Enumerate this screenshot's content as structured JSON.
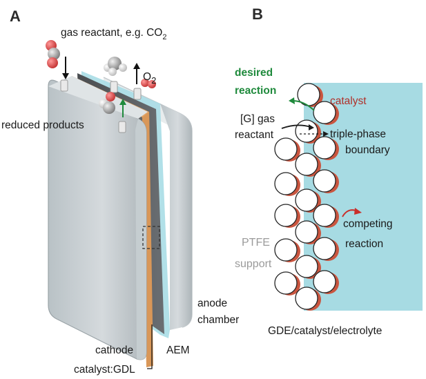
{
  "panel_a": {
    "label": "A",
    "gas_reactant": "gas reactant, e.g. CO",
    "gas_reactant_sub": "2",
    "o2": "O",
    "o2_sub": "2",
    "reduced_products": "reduced products",
    "anode": "anode",
    "chamber": "chamber",
    "aem": "AEM",
    "cathode": "cathode",
    "catalyst_gdl": "catalyst:GDL"
  },
  "panel_b": {
    "label": "B",
    "desired": "desired",
    "reaction": "reaction",
    "catalyst": "catalyst",
    "gas": "[G] gas",
    "reactant": "reactant",
    "triple_phase": "triple-phase",
    "boundary": "boundary",
    "competing": "competing",
    "reaction_2": "reaction",
    "ptfe": "PTFE",
    "support": "support",
    "caption": "GDE/catalyst/electrolyte"
  },
  "colors": {
    "electrolyte": "#a7dbe3",
    "catalyst_coat": "#c9553f",
    "desired_reaction": "#1f8a3c",
    "competing_reaction": "#c9302c",
    "gdl": "#d99758",
    "membrane": "#4a4d50"
  }
}
